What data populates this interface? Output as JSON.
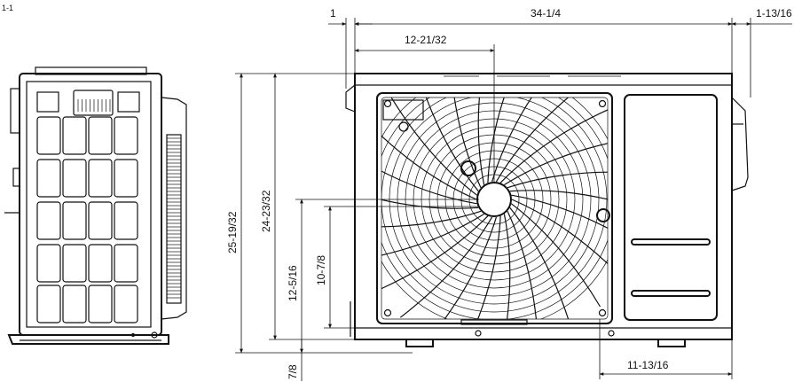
{
  "corner_mark": "1-1",
  "dimensions": {
    "left_flange": "1",
    "overall_width": "34-1/4",
    "right_extension": "1-13/16",
    "fan_center_x": "12-21/32",
    "overall_height": "25-19/32",
    "body_height": "24-23/32",
    "fan_center_height": "12-5/16",
    "mount_height": "10-7/8",
    "base_offset": "7/8",
    "foot_spacing": "11-13/16"
  },
  "colors": {
    "line": "#111111",
    "background": "#ffffff"
  }
}
